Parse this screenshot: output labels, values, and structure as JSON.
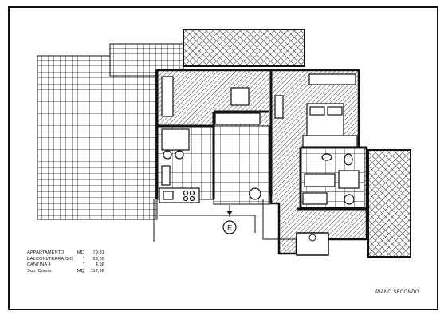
{
  "plan": {
    "floor_label": "PIANO SECONDO",
    "entrance_label": "E",
    "areas": [
      {
        "label": "APPARTAMENTO",
        "unit": "MQ",
        "value": "79,31"
      },
      {
        "label": "BALCONI/TERRAZZO",
        "unit": "\"",
        "value": "53,05"
      },
      {
        "label": "CANTINA 4",
        "unit": "\"",
        "value": "4,68"
      },
      {
        "label": "Sup. Comm.",
        "unit": "MQ",
        "value": "117,98"
      }
    ]
  },
  "colors": {
    "ink": "#111111",
    "paper": "#ffffff"
  }
}
